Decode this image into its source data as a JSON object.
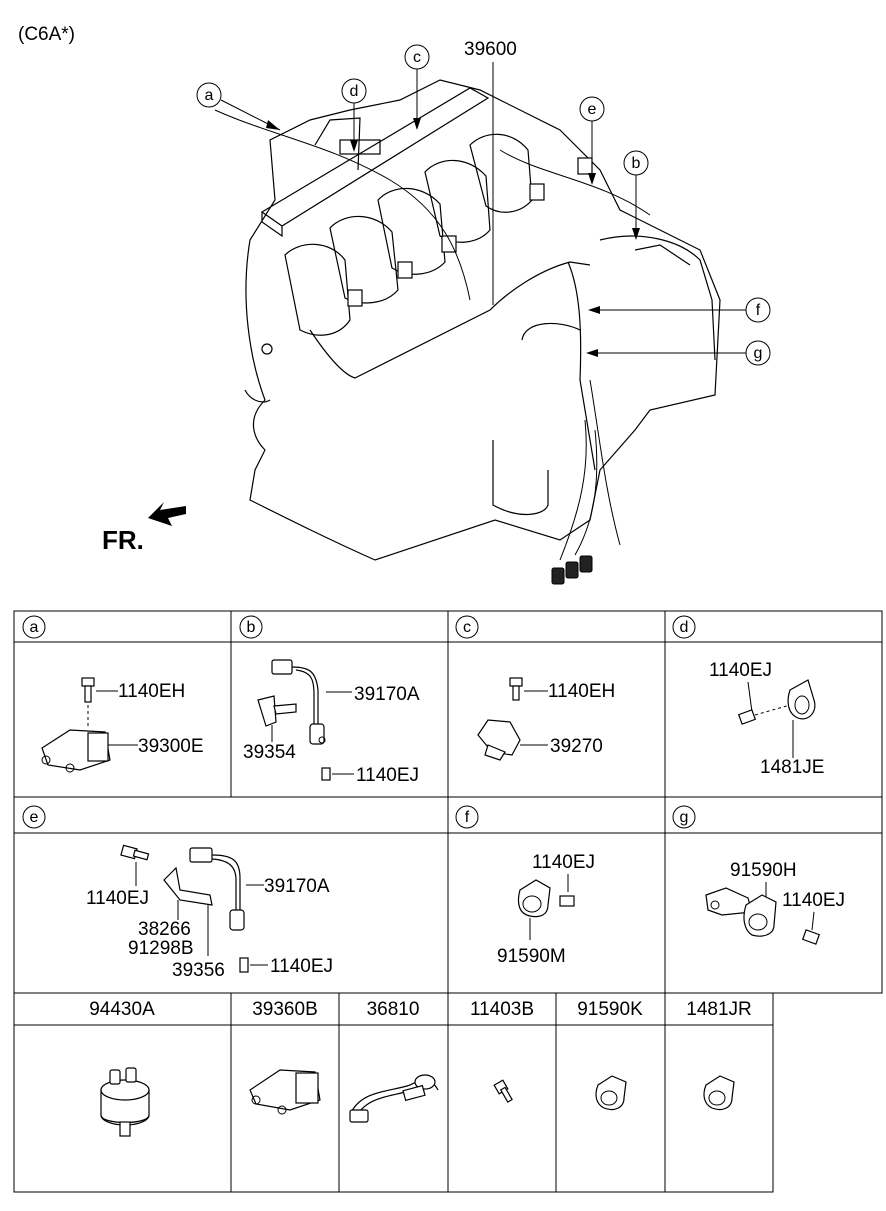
{
  "model_code": "(C6A*)",
  "front_label": "FR.",
  "main": {
    "part_number": "39600",
    "callouts": [
      "a",
      "b",
      "c",
      "d",
      "e",
      "f",
      "g"
    ]
  },
  "panels": {
    "a": {
      "letter": "a",
      "parts": [
        "1140EH",
        "39300E"
      ]
    },
    "b": {
      "letter": "b",
      "parts": [
        "39170A",
        "39354",
        "1140EJ"
      ]
    },
    "c": {
      "letter": "c",
      "parts": [
        "1140EH",
        "39270"
      ]
    },
    "d": {
      "letter": "d",
      "parts": [
        "1140EJ",
        "1481JE"
      ]
    },
    "e": {
      "letter": "e",
      "parts": [
        "1140EJ",
        "39170A",
        "38266",
        "91298B",
        "39356",
        "1140EJ"
      ]
    },
    "f": {
      "letter": "f",
      "parts": [
        "1140EJ",
        "91590M"
      ]
    },
    "g": {
      "letter": "g",
      "parts": [
        "91590H",
        "1140EJ"
      ]
    }
  },
  "bottom_parts": [
    "94430A",
    "39360B",
    "36810",
    "11403B",
    "91590K",
    "1481JR"
  ]
}
